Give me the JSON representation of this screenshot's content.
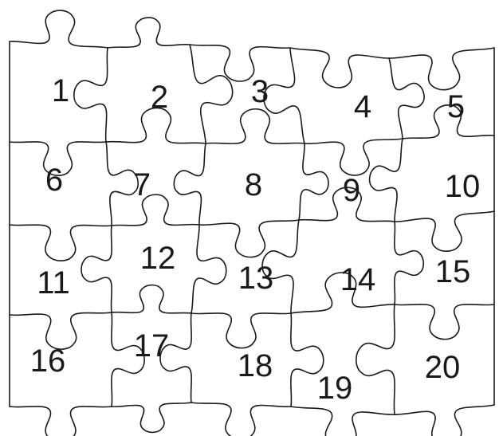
{
  "puzzle": {
    "pieces": [
      {
        "label": "1"
      },
      {
        "label": "2"
      },
      {
        "label": "3"
      },
      {
        "label": "4"
      },
      {
        "label": "5"
      },
      {
        "label": "6"
      },
      {
        "label": "7"
      },
      {
        "label": "8"
      },
      {
        "label": "9"
      },
      {
        "label": "10"
      },
      {
        "label": "11"
      },
      {
        "label": "12"
      },
      {
        "label": "13"
      },
      {
        "label": "14"
      },
      {
        "label": "15"
      },
      {
        "label": "16"
      },
      {
        "label": "17"
      },
      {
        "label": "18"
      },
      {
        "label": "19"
      },
      {
        "label": "20"
      }
    ]
  }
}
